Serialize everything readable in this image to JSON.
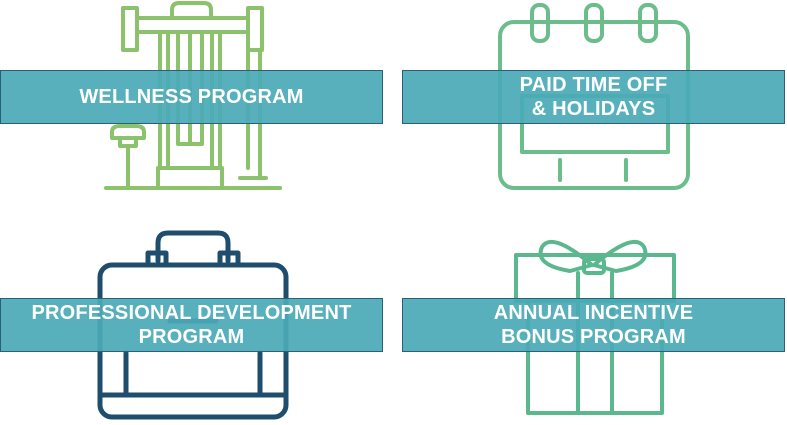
{
  "colors": {
    "banner": "#4aaab6",
    "banner_border": "#2b5f7a",
    "banner_text": "#ffffff",
    "wellness_icon": "#8cc26c",
    "calendar_icon": "#6bbd8c",
    "briefcase_icon": "#1f4d6e",
    "gift_icon": "#5bb88e"
  },
  "benefits": [
    {
      "label": "WELLNESS PROGRAM",
      "icon": "gym-machine-icon"
    },
    {
      "label": "PAID TIME OFF\n& HOLIDAYS",
      "icon": "calendar-icon"
    },
    {
      "label": "PROFESSIONAL DEVELOPMENT\nPROGRAM",
      "icon": "briefcase-icon"
    },
    {
      "label": "ANNUAL INCENTIVE\nBONUS PROGRAM",
      "icon": "gift-icon"
    }
  ]
}
